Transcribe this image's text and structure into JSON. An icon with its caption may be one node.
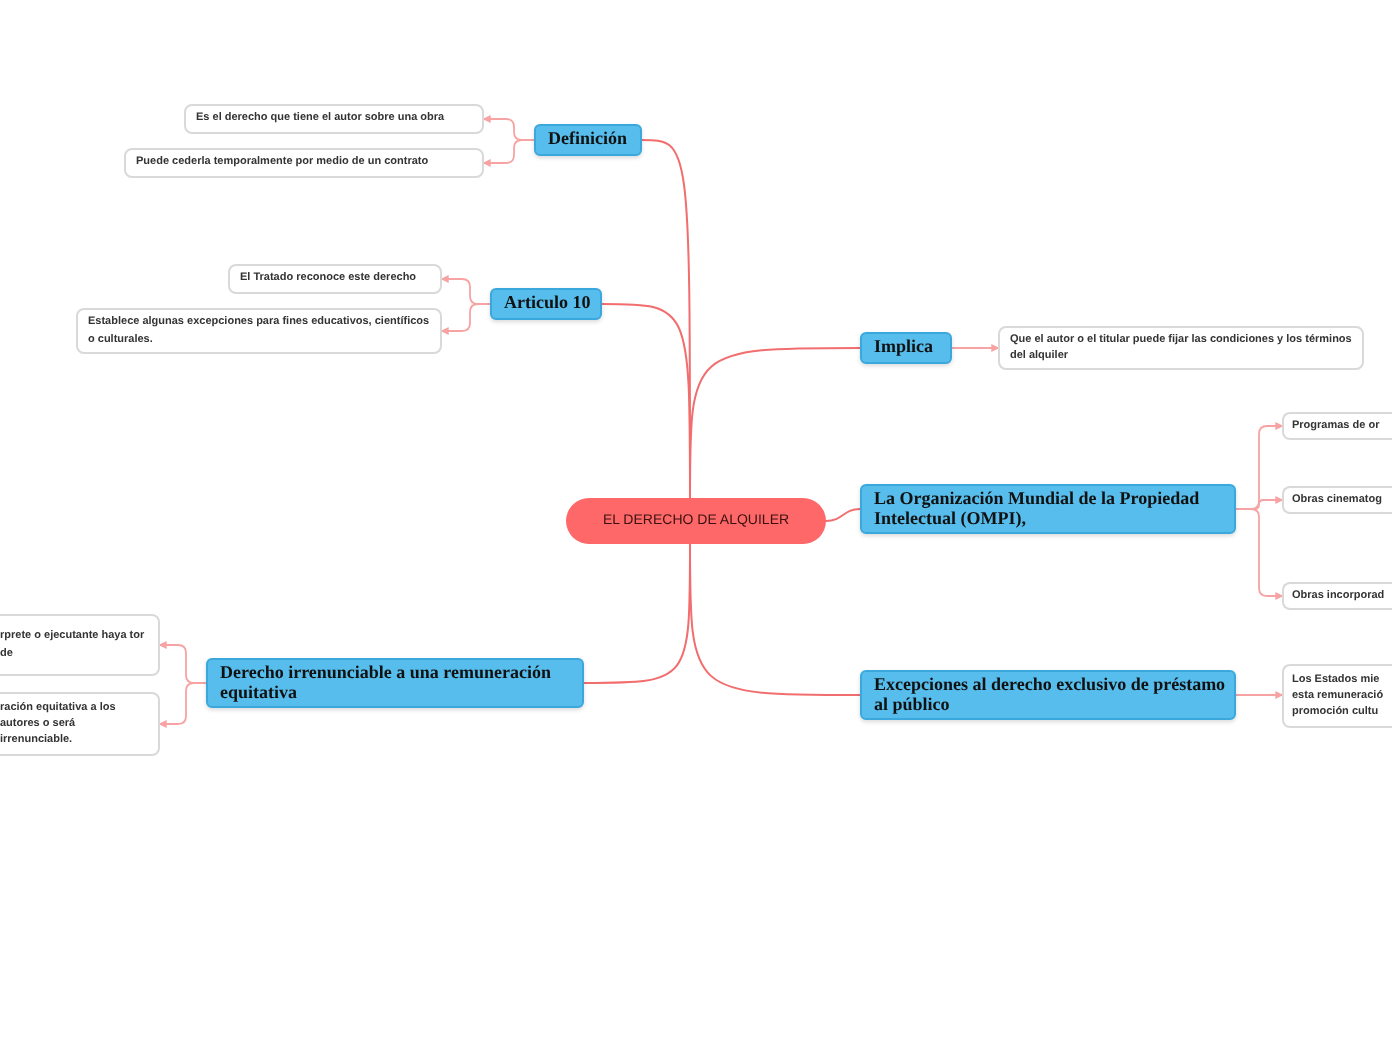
{
  "diagram": {
    "nodes": [
      {
        "text": [
          "EL DERECHO DE ALQUILER"
        ]
      },
      {
        "text": [
          "Definición"
        ]
      },
      {
        "text": [
          "Es el derecho que tiene el  autor sobre una obra"
        ]
      },
      {
        "text": [
          "Puede cederla temporalmente por medio de un contrato"
        ]
      },
      {
        "text": [
          "Articulo 10"
        ]
      },
      {
        "text": [
          "El Tratado reconoce este derecho"
        ]
      },
      {
        "text": [
          "Establece algunas excepciones para fines educativos, científicos o culturales."
        ]
      },
      {
        "text": [
          "Derecho irrenunciable a una remuneración equitativa"
        ]
      },
      {
        "text": [
          "rprete o ejecutante haya tor de"
        ]
      },
      {
        "text": [
          "ración equitativa a los autores o será irrenunciable."
        ]
      },
      {
        "text": [
          "Implica"
        ]
      },
      {
        "text": [
          "Que el autor o el titular puede fijar las condiciones y los términos del alquiler"
        ]
      },
      {
        "text": [
          "La Organización Mundial de la Propiedad Intelectual (OMPI),"
        ]
      },
      {
        "text": [
          "Programas de or"
        ]
      },
      {
        "text": [
          "Obras cinematog"
        ]
      },
      {
        "text": [
          "Obras incorporad"
        ]
      },
      {
        "text": [
          "Excepciones al derecho exclusivo de préstamo al público"
        ]
      },
      {
        "text": [
          "Los Estados mie esta remuneració promoción cultu"
        ]
      }
    ],
    "edges": [
      {
        "from": 0,
        "to": 1,
        "arrow": "none",
        "color": "#f26d6d"
      },
      {
        "from": 1,
        "to": 2,
        "arrow": "to"
      },
      {
        "from": 1,
        "to": 3,
        "arrow": "to"
      },
      {
        "from": 0,
        "to": 4,
        "arrow": "none",
        "color": "#f26d6d"
      },
      {
        "from": 4,
        "to": 5,
        "arrow": "to"
      },
      {
        "from": 4,
        "to": 6,
        "arrow": "to"
      },
      {
        "from": 0,
        "to": 7,
        "arrow": "none",
        "color": "#f26d6d"
      },
      {
        "from": 7,
        "to": 8,
        "arrow": "to"
      },
      {
        "from": 7,
        "to": 9,
        "arrow": "to"
      },
      {
        "from": 0,
        "to": 10,
        "arrow": "none",
        "color": "#f26d6d"
      },
      {
        "from": 10,
        "to": 11,
        "arrow": "to"
      },
      {
        "from": 0,
        "to": 12,
        "arrow": "none",
        "color": "#f26d6d"
      },
      {
        "from": 12,
        "to": 13,
        "arrow": "to"
      },
      {
        "from": 12,
        "to": 14,
        "arrow": "to"
      },
      {
        "from": 12,
        "to": 15,
        "arrow": "to"
      },
      {
        "from": 0,
        "to": 16,
        "arrow": "none",
        "color": "#f26d6d"
      },
      {
        "from": 16,
        "to": 17,
        "arrow": "to"
      }
    ]
  }
}
